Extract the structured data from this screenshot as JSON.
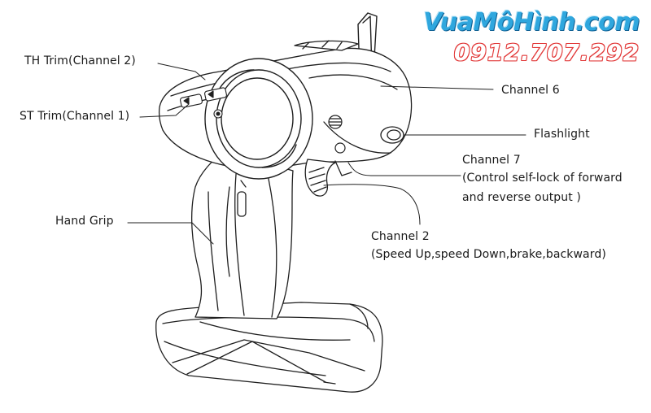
{
  "watermark": {
    "brand": "VuaMôHình.com",
    "phone": "0912.707.292",
    "colors": {
      "brand": "#2fa7de",
      "phone_outline": "#e23b3b"
    }
  },
  "labels": {
    "th_trim": "TH Trim(Channel 2)",
    "st_trim": "ST Trim(Channel 1)",
    "hand_grip": "Hand Grip",
    "channel6": "Channel 6",
    "flashlight": "Flashlight",
    "channel7_title": "Channel 7",
    "channel7_line1": "(Control self-lock of forward",
    "channel7_line2": "and reverse output )",
    "channel2_title": "Channel 2",
    "channel2_desc": "(Speed Up,speed Down,brake,backward)"
  },
  "colors": {
    "stroke": "#1f1f1f",
    "text": "#1a1a1a",
    "background": "#ffffff"
  }
}
